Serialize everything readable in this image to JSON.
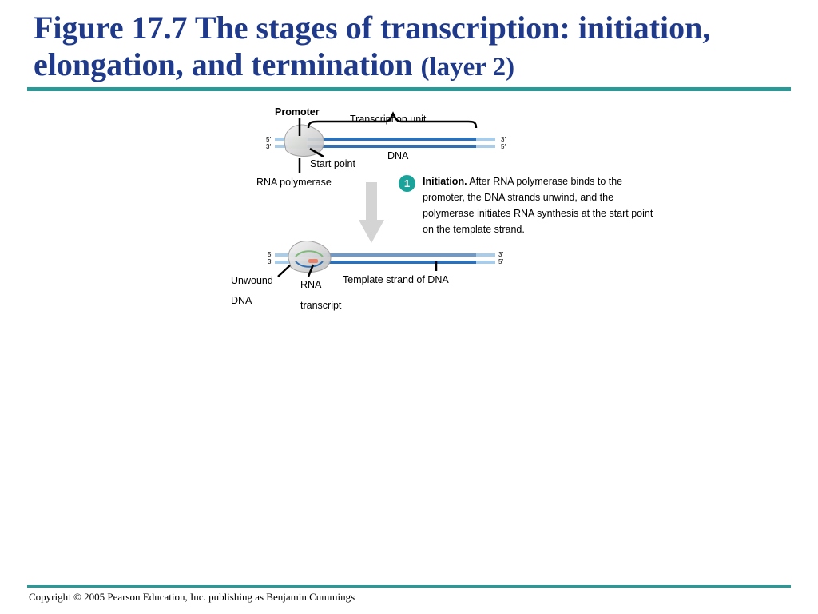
{
  "slide": {
    "title_main": "Figure 17.7 The stages of transcription: initiation, elongation, and termination",
    "title_sub": "(layer 2)",
    "footer": "Copyright © 2005 Pearson Education, Inc. publishing as Benjamin Cummings"
  },
  "diagram": {
    "top": {
      "promoter": "Promoter",
      "transcription_unit": "Transcription unit",
      "dna": "DNA",
      "start_point": "Start point",
      "rna_polymerase": "RNA polymerase",
      "left_5": "5′",
      "left_3": "3′",
      "right_3": "3′",
      "right_5": "5′"
    },
    "bottom": {
      "unwound_dna": "Unwound DNA",
      "unwound_1": "Unwound",
      "unwound_2": "DNA",
      "rna_1": "RNA",
      "rna_2": "transcript",
      "template_strand": "Template strand of DNA",
      "left_5": "5′",
      "left_3": "3′",
      "right_3": "3′",
      "right_5": "5′"
    },
    "step": {
      "number": "1",
      "heading": "Initiation.",
      "body": "After RNA polymerase binds to the promoter, the DNA strands unwind, and the polymerase initiates RNA synthesis at the start point on the template strand."
    }
  },
  "colors": {
    "title": "#1f3a8a",
    "rule": "#2a9a98",
    "dna_dark": "#2f6fb3",
    "dna_light": "#a9cde8",
    "polymerase": "#d9d9d9",
    "rna": "#e9826a",
    "badge": "#1aa39a"
  }
}
